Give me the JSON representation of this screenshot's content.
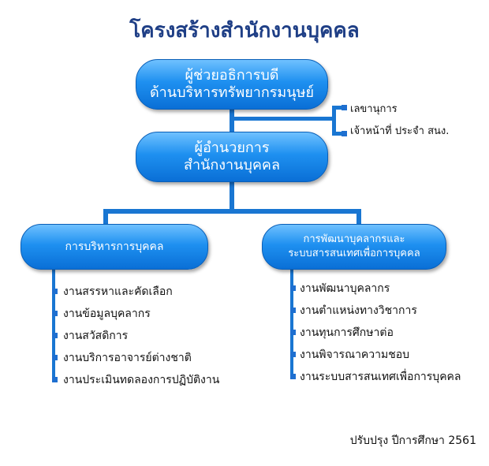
{
  "title": "โครงสร้างสำนักงานบุคคล",
  "nodes": {
    "assistant_president": {
      "line1": "ผู้ช่วยอธิการบดี",
      "line2": "ด้านบริหารทรัพยากรมนุษย์"
    },
    "director": {
      "line1": "ผู้อำนวยการ",
      "line2": "สำนักงานบุคคล"
    },
    "hr_admin": {
      "line1": "การบริหารการบุคคล"
    },
    "hr_development": {
      "line1": "การพัฒนาบุคลากรและ",
      "line2": "ระบบสารสนเทศเพื่อการบุคคล"
    }
  },
  "side_units": [
    "เลขานุการ",
    "เจ้าหน้าที่ ประจำ สนง."
  ],
  "hr_admin_units": [
    "งานสรรหาและคัดเลือก",
    "งานข้อมูลบุคลากร",
    "งานสวัสดิการ",
    "งานบริการอาจารย์ต่างชาติ",
    "งานประเมินทดลองการปฏิบัติงาน"
  ],
  "hr_development_units": [
    "งานพัฒนาบุคลากร",
    "งานตำแหน่งทางวิชาการ",
    "งานทุนการศึกษาต่อ",
    "งานพิจารณาความชอบ",
    "งานระบบสารสนเทศเพื่อการบุคคล"
  ],
  "footer": "ปรับปรุง ปีการศึกษา 2561",
  "colors": {
    "node": "#1e90f0",
    "connector": "#1976d2",
    "title": "#1f3f86"
  }
}
